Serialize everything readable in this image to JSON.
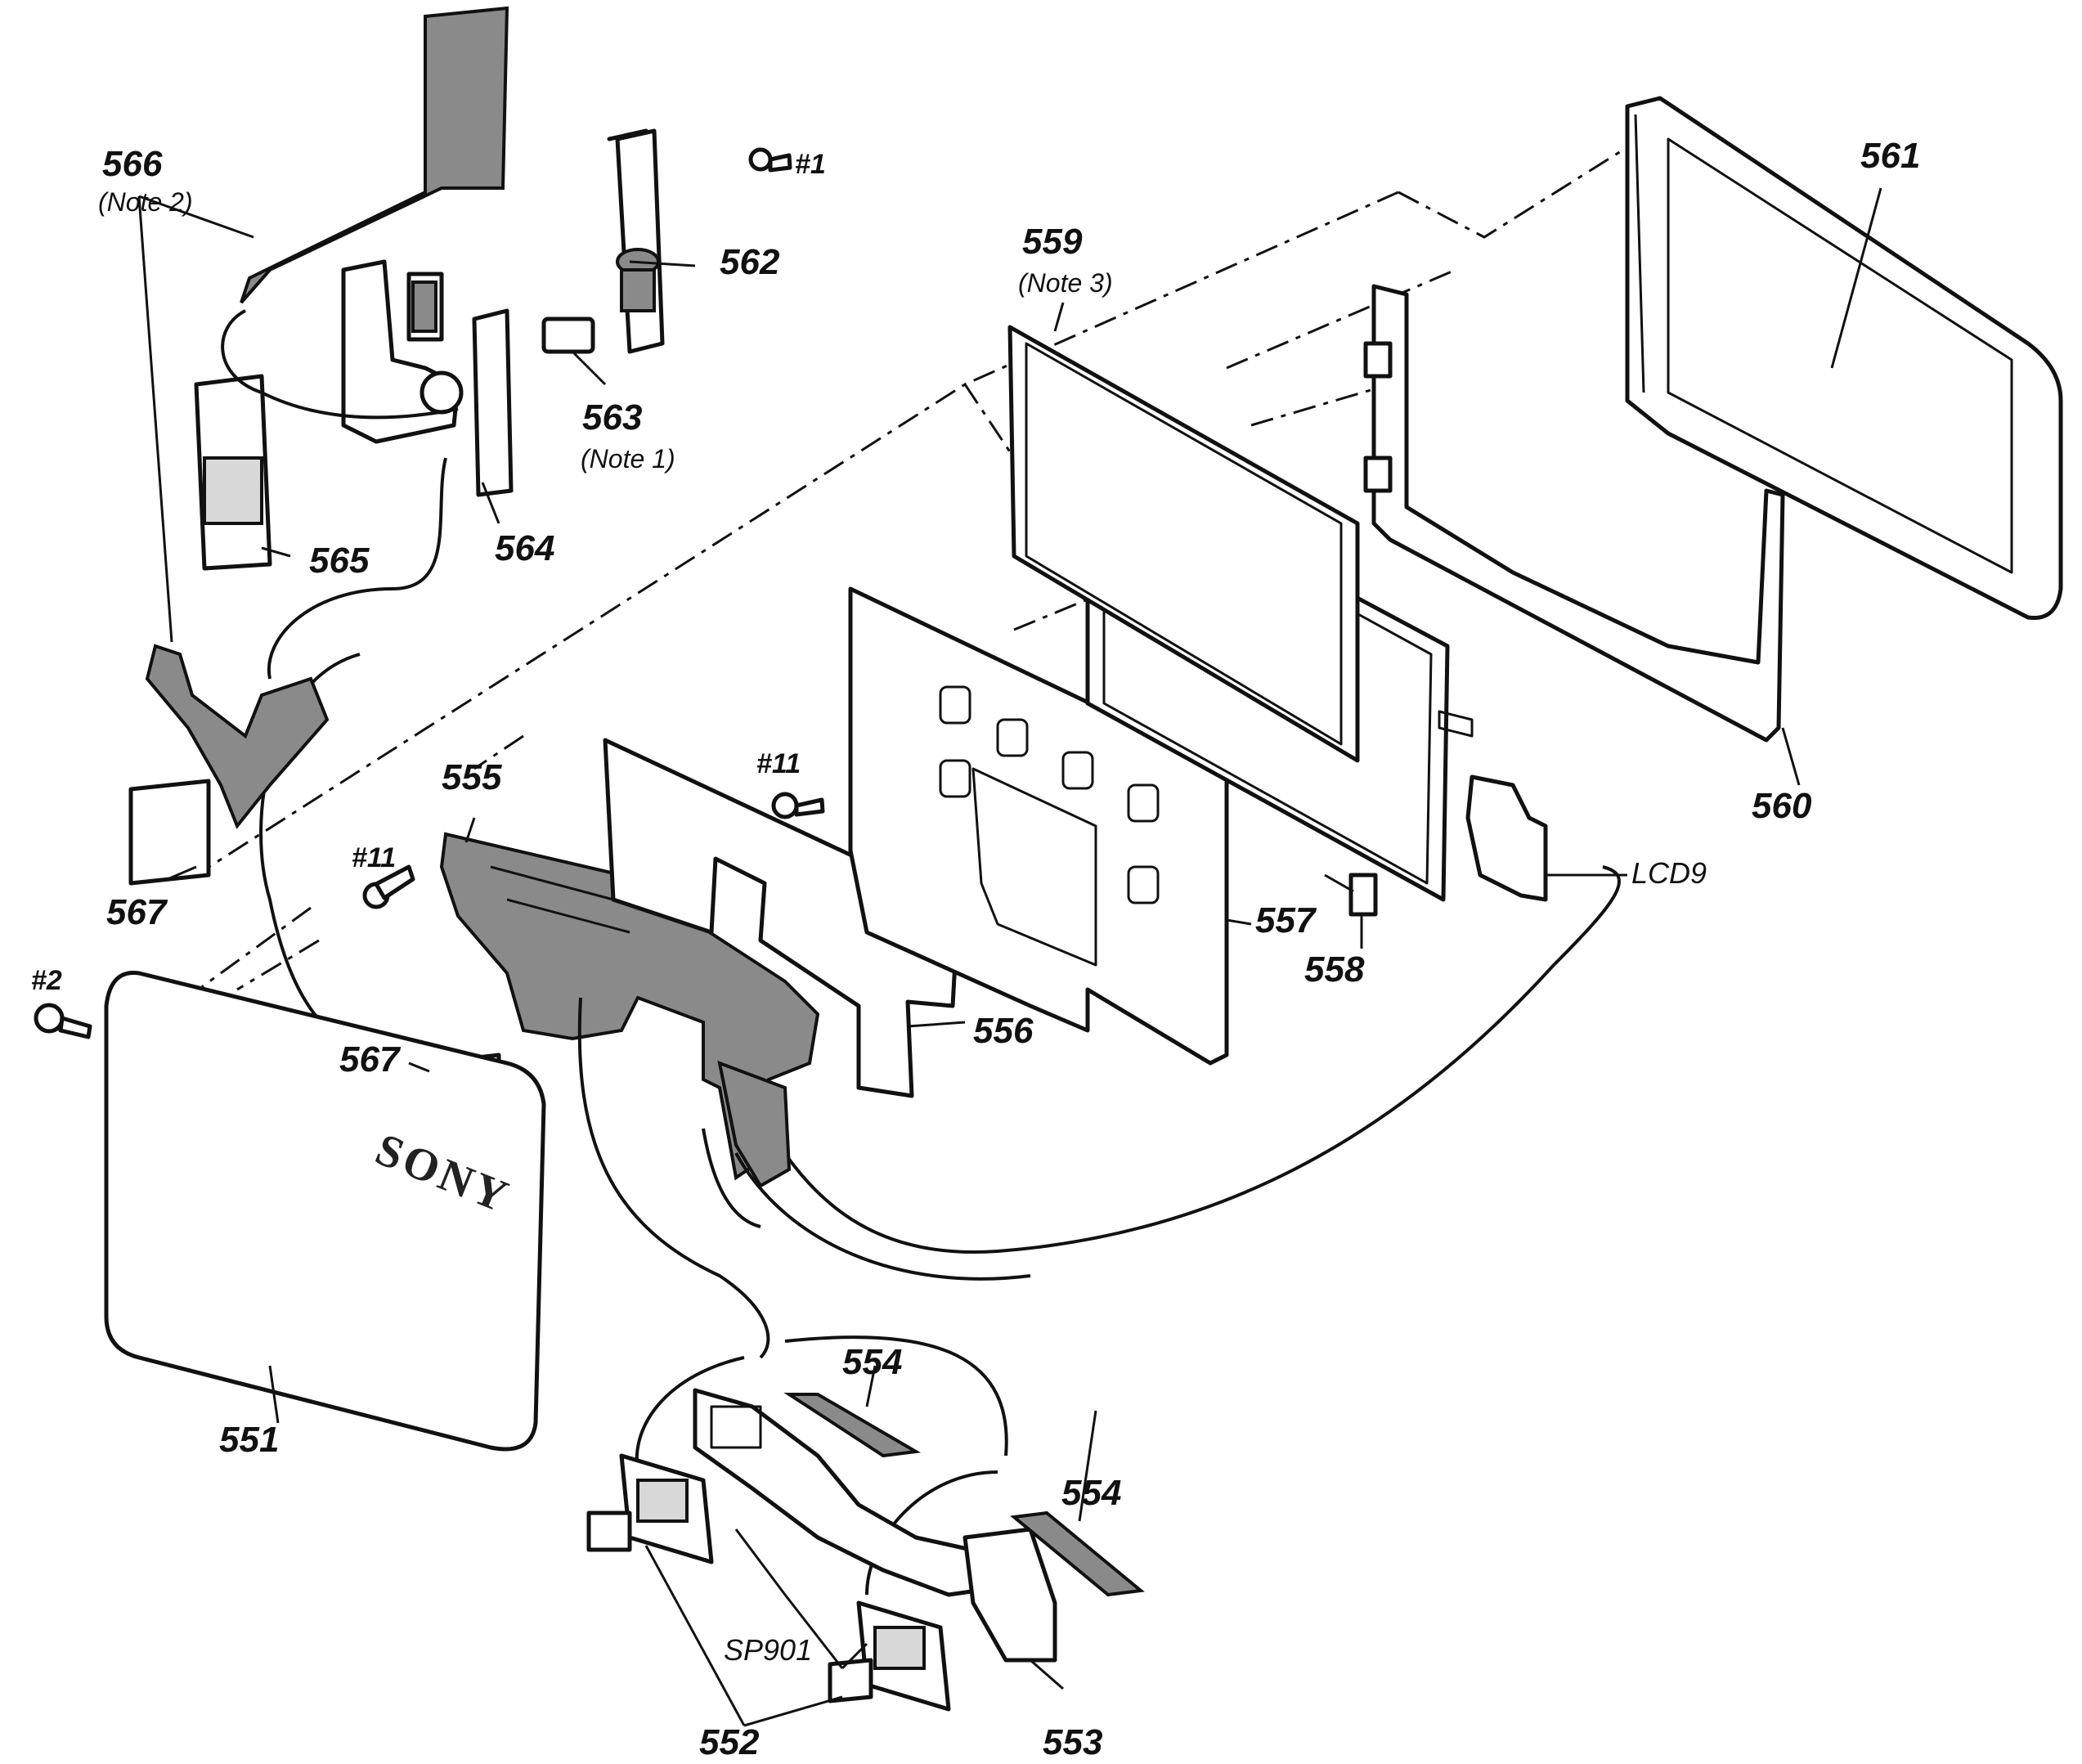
{
  "parts": {
    "p551": "551",
    "p552": "552",
    "p553": "553",
    "p554a": "554",
    "p554b": "554",
    "p555": "555",
    "p556": "556",
    "p557": "557",
    "p558": "558",
    "p559": "559",
    "p560": "560",
    "p561": "561",
    "p562": "562",
    "p563": "563",
    "p564": "564",
    "p565": "565",
    "p566": "566",
    "p567a": "567",
    "p567b": "567"
  },
  "notes": {
    "n566": "(Note 2)",
    "n563": "(Note 1)",
    "n559": "(Note 3)"
  },
  "screws": {
    "s1": "#1",
    "s11a": "#11",
    "s11b": "#11",
    "s2": "#2"
  },
  "refs": {
    "lcd": "LCD9",
    "speaker": "SP901"
  },
  "logo_text": "SONY"
}
